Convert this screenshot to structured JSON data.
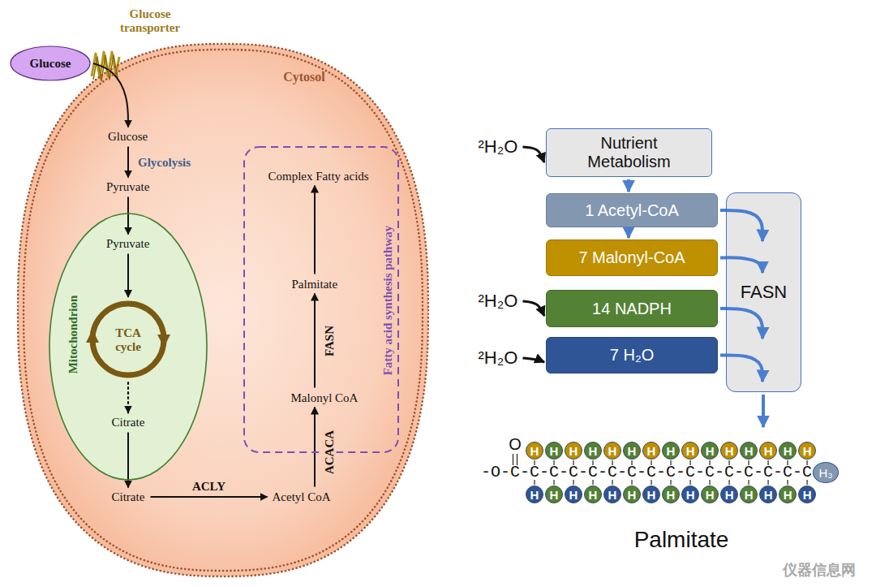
{
  "diagram": {
    "nodes": [
      {
        "text": [
          "Cytosol"
        ]
      },
      {
        "text": [
          "Glucose"
        ]
      },
      {
        "text": [
          "Glucose"
        ],
        "in": 0
      },
      {
        "text": [
          "Pyruvate"
        ],
        "in": 0
      },
      {
        "text": [
          "Mitochondrion"
        ],
        "in": 0
      },
      {
        "text": [
          "Pyruvate"
        ],
        "in": 4
      },
      {
        "text": [
          "TCA cycle"
        ],
        "in": 4
      },
      {
        "text": [
          "Citrate"
        ],
        "in": 4
      },
      {
        "text": [
          "Citrate"
        ],
        "in": 0
      },
      {
        "text": [
          "Acetyl CoA"
        ],
        "in": 0
      },
      {
        "text": [
          "Fatty acid synthesis pathway"
        ],
        "in": 0
      },
      {
        "text": [
          "Complex Fatty acids"
        ],
        "in": 10
      },
      {
        "text": [
          "Palmitate"
        ],
        "in": 10
      },
      {
        "text": [
          "Malonyl CoA"
        ],
        "in": 10
      },
      {
        "text": [
          "²H₂O"
        ]
      },
      {
        "text": [
          "Nutrient Metabolism"
        ]
      },
      {
        "text": [
          "1 Acetyl-CoA"
        ]
      },
      {
        "text": [
          "7 Malonyl-CoA"
        ]
      },
      {
        "text": [
          "²H₂O"
        ]
      },
      {
        "text": [
          "14 NADPH"
        ]
      },
      {
        "text": [
          "²H₂O"
        ]
      },
      {
        "text": [
          "7 H₂O"
        ]
      },
      {
        "text": [
          "FASN"
        ]
      },
      {
        "text": [
          "O",
          "H",
          "H",
          "H",
          "H",
          "H",
          "H",
          "H",
          "H",
          "H",
          "H",
          "H",
          "H",
          "H",
          "H",
          "H",
          "-O-C-C-C-C-C-C-C-C-C-C-C-C-C-C-C-C",
          "H₃",
          "H",
          "H",
          "H",
          "H",
          "H",
          "H",
          "H",
          "H",
          "H",
          "H",
          "H",
          "H",
          "H",
          "H",
          "H",
          "Palmitate"
        ]
      }
    ],
    "edges": [
      {
        "from": 1,
        "to": 2,
        "arrow": "to"
      },
      {
        "from": 2,
        "to": 3,
        "label": "Glycolysis",
        "arrow": "to"
      },
      {
        "from": 3,
        "to": 5,
        "arrow": "to"
      },
      {
        "from": 5,
        "to": 6,
        "arrow": "to"
      },
      {
        "from": 6,
        "to": 7,
        "arrow": "to"
      },
      {
        "from": 7,
        "to": 8,
        "arrow": "to"
      },
      {
        "from": 8,
        "to": 9,
        "label": "ACLY",
        "arrow": "to"
      },
      {
        "from": 9,
        "to": 13,
        "label": "ACACA",
        "arrow": "to"
      },
      {
        "from": 13,
        "to": 12,
        "label": "FASN",
        "arrow": "to"
      },
      {
        "from": 12,
        "to": 11,
        "arrow": "to"
      },
      {
        "from": 14,
        "to": 15,
        "arrow": "to"
      },
      {
        "from": 15,
        "to": 16,
        "arrow": "to"
      },
      {
        "from": 16,
        "to": 17,
        "arrow": "to"
      },
      {
        "from": 18,
        "to": 19,
        "arrow": "to"
      },
      {
        "from": 20,
        "to": 21,
        "arrow": "to"
      },
      {
        "from": 16,
        "to": 22,
        "arrow": "to"
      },
      {
        "from": 17,
        "to": 22,
        "arrow": "to"
      },
      {
        "from": 19,
        "to": 22,
        "arrow": "to"
      },
      {
        "from": 21,
        "to": 22,
        "arrow": "to"
      },
      {
        "from": 22,
        "to": 23,
        "arrow": "to"
      }
    ],
    "labels": [
      "Glucose transporter",
      "仪器信息网"
    ]
  }
}
